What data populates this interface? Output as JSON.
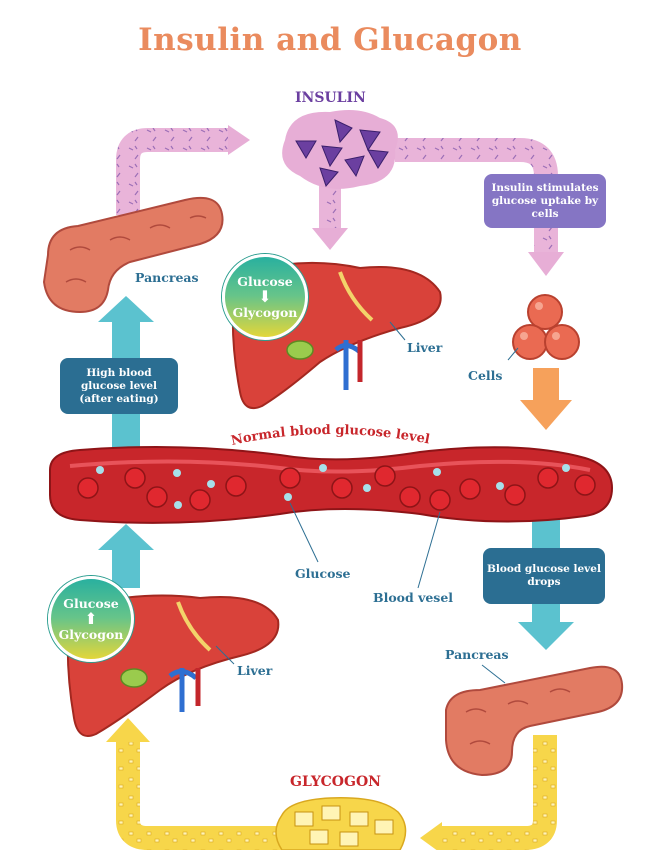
{
  "title": "Insulin and Glucagon",
  "labels": {
    "insulin": "INSULIN",
    "glycogon": "GLYCOGON",
    "pancreas_top": "Pancreas",
    "pancreas_bottom": "Pancreas",
    "liver_top": "Liver",
    "liver_bottom": "Liver",
    "cells": "Cells",
    "normal_level": "Normal blood glucose level",
    "glucose": "Glucose",
    "blood_vessel": "Blood vesel"
  },
  "boxes": {
    "insulin_stimulates": "Insulin stimulates glucose uptake by cells",
    "high_blood": "High blood glucose level (after eating)",
    "level_drops": "Blood glucose level drops"
  },
  "badges": {
    "top": {
      "from": "Glucose",
      "arrow": "⬇",
      "to": "Glycogon"
    },
    "bottom": {
      "from": "Glucose",
      "arrow": "⬆",
      "to": "Glycogon"
    }
  },
  "colors": {
    "title": "#ea8b5e",
    "label": "#2d6f93",
    "insulin_purple": "#6b3fa0",
    "pink_path": "#e7aed6",
    "teal_arrow": "#5bc2cf",
    "orange_arrow": "#f6a15b",
    "yellow_path": "#f7d64a",
    "vessel_red": "#c8262b"
  }
}
